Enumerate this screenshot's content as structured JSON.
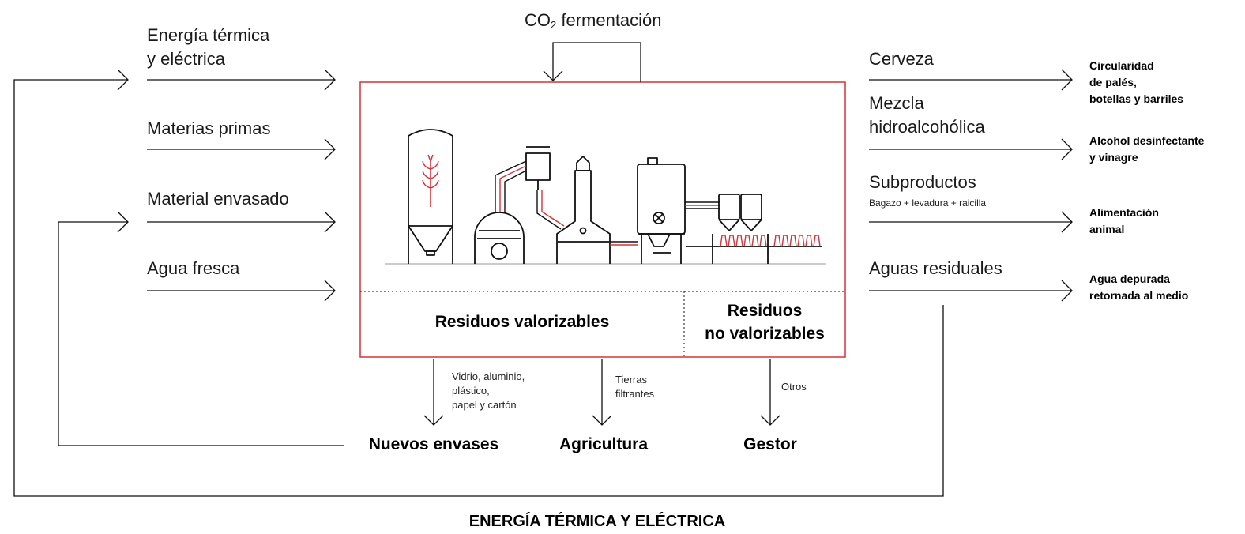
{
  "inputs": [
    {
      "line1": "Energía térmica",
      "line2": "y eléctrica"
    },
    {
      "line1": "Materias primas"
    },
    {
      "line1": "Material envasado"
    },
    {
      "line1": "Agua fresca"
    }
  ],
  "co2": {
    "prefix": "CO",
    "sub": "2",
    "suffix": " fermentación"
  },
  "outputs": [
    {
      "line1": "Cerveza"
    },
    {
      "line1": "Mezcla",
      "line2": "hidroalcohólica"
    },
    {
      "line1": "Subproductos",
      "note": "Bagazo + levadura + raicilla"
    },
    {
      "line1": "Aguas residuales"
    }
  ],
  "destinations": [
    {
      "lines": [
        "Circularidad",
        "de palés,",
        "botellas y barriles"
      ]
    },
    {
      "lines": [
        "Alcohol desinfectante",
        "y vinagre"
      ]
    },
    {
      "lines": [
        "Alimentación",
        "animal"
      ]
    },
    {
      "lines": [
        "Agua depurada",
        "retornada al medio"
      ]
    }
  ],
  "waste": {
    "valorizable": "Residuos valorizables",
    "non_valorizable": {
      "line1": "Residuos",
      "line2": "no valorizables"
    }
  },
  "flows": [
    {
      "notes": [
        "Vidrio, aluminio,",
        "plástico,",
        "papel y cartón"
      ],
      "target": "Nuevos envases"
    },
    {
      "notes": [
        "Tierras",
        "filtrantes"
      ],
      "target": "Agricultura"
    },
    {
      "notes": [
        "Otros"
      ],
      "target": "Gestor"
    }
  ],
  "footer": "ENERGÍA TÉRMICA Y ELÉCTRICA",
  "colors": {
    "accent": "#d6323a",
    "line": "#111111",
    "floor": "#cccccc"
  }
}
